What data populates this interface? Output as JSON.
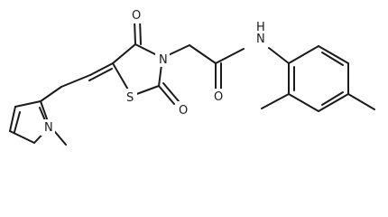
{
  "molecule": {
    "atoms": {
      "nitrogen_pyrrole": "N",
      "sulfur": "S",
      "oxygen_top": "O",
      "oxygen_ring": "O",
      "nitrogen_ring": "N",
      "oxygen_amide": "O",
      "nitrogen_amide": "N",
      "hydrogen_amide": "H"
    }
  }
}
